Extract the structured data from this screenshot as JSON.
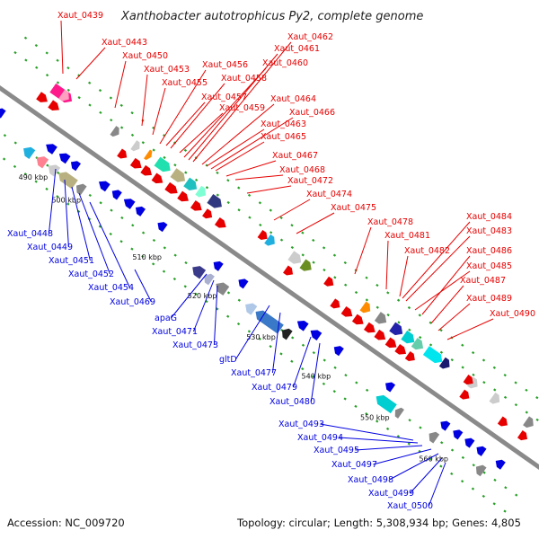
{
  "title": "Xanthobacter autotrophicus Py2, complete genome",
  "accession": "Accession: NC_009720",
  "topology": "Topology: circular; Length: 5,308,934 bp; Genes: 4,805",
  "colors": {
    "forward": "#e60000",
    "reverse": "#0000e0",
    "backbone": "#8a8a8a",
    "tick": "#2aa02a"
  },
  "ticks": [
    "490 kbp",
    "500 kbp",
    "510 kbp",
    "520 kbp",
    "530 kbp",
    "540 kbp",
    "550 kbp",
    "560 kbp"
  ],
  "labels": [
    {
      "text": "Xaut_0439",
      "strand": "forward"
    },
    {
      "text": "Xaut_0443",
      "strand": "forward"
    },
    {
      "text": "Xaut_0450",
      "strand": "forward"
    },
    {
      "text": "Xaut_0453",
      "strand": "forward"
    },
    {
      "text": "Xaut_0455",
      "strand": "forward"
    },
    {
      "text": "Xaut_0456",
      "strand": "forward"
    },
    {
      "text": "Xaut_0457",
      "strand": "forward"
    },
    {
      "text": "Xaut_0458",
      "strand": "forward"
    },
    {
      "text": "Xaut_0459",
      "strand": "forward"
    },
    {
      "text": "Xaut_0460",
      "strand": "forward"
    },
    {
      "text": "Xaut_0461",
      "strand": "forward"
    },
    {
      "text": "Xaut_0462",
      "strand": "forward"
    },
    {
      "text": "Xaut_0463",
      "strand": "forward"
    },
    {
      "text": "Xaut_0464",
      "strand": "forward"
    },
    {
      "text": "Xaut_0465",
      "strand": "forward"
    },
    {
      "text": "Xaut_0466",
      "strand": "forward"
    },
    {
      "text": "Xaut_0467",
      "strand": "forward"
    },
    {
      "text": "Xaut_0468",
      "strand": "forward"
    },
    {
      "text": "Xaut_0472",
      "strand": "forward"
    },
    {
      "text": "Xaut_0474",
      "strand": "forward"
    },
    {
      "text": "Xaut_0475",
      "strand": "forward"
    },
    {
      "text": "Xaut_0478",
      "strand": "forward"
    },
    {
      "text": "Xaut_0481",
      "strand": "forward"
    },
    {
      "text": "Xaut_0482",
      "strand": "forward"
    },
    {
      "text": "Xaut_0483",
      "strand": "forward"
    },
    {
      "text": "Xaut_0484",
      "strand": "forward"
    },
    {
      "text": "Xaut_0485",
      "strand": "forward"
    },
    {
      "text": "Xaut_0486",
      "strand": "forward"
    },
    {
      "text": "Xaut_0487",
      "strand": "forward"
    },
    {
      "text": "Xaut_0489",
      "strand": "forward"
    },
    {
      "text": "Xaut_0490",
      "strand": "forward"
    },
    {
      "text": "Xaut_0448",
      "strand": "reverse"
    },
    {
      "text": "Xaut_0449",
      "strand": "reverse"
    },
    {
      "text": "Xaut_0451",
      "strand": "reverse"
    },
    {
      "text": "Xaut_0452",
      "strand": "reverse"
    },
    {
      "text": "Xaut_0454",
      "strand": "reverse"
    },
    {
      "text": "Xaut_0469",
      "strand": "reverse"
    },
    {
      "text": "apaG",
      "strand": "reverse"
    },
    {
      "text": "Xaut_0471",
      "strand": "reverse"
    },
    {
      "text": "Xaut_0473",
      "strand": "reverse"
    },
    {
      "text": "gltD",
      "strand": "reverse"
    },
    {
      "text": "Xaut_0477",
      "strand": "reverse"
    },
    {
      "text": "Xaut_0479",
      "strand": "reverse"
    },
    {
      "text": "Xaut_0480",
      "strand": "reverse"
    },
    {
      "text": "Xaut_0493",
      "strand": "reverse"
    },
    {
      "text": "Xaut_0494",
      "strand": "reverse"
    },
    {
      "text": "Xaut_0495",
      "strand": "reverse"
    },
    {
      "text": "Xaut_0497",
      "strand": "reverse"
    },
    {
      "text": "Xaut_0498",
      "strand": "reverse"
    },
    {
      "text": "Xaut_0499",
      "strand": "reverse"
    },
    {
      "text": "Xaut_0500",
      "strand": "reverse"
    }
  ]
}
